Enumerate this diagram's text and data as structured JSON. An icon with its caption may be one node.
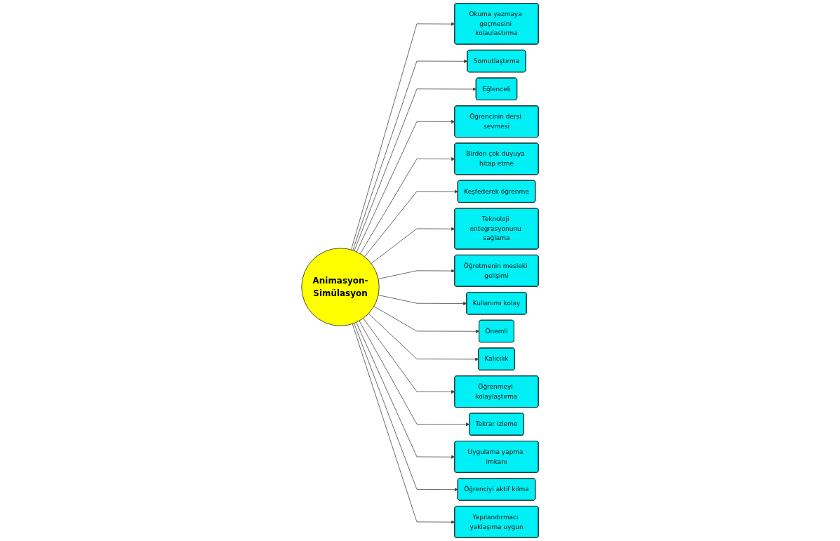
{
  "diagram": {
    "nodes": [
      {
        "text": [
          "Animasyon-Simülasyon"
        ]
      },
      {
        "text": [
          "Okuma yazmaya geçmesini kolaulastırma"
        ]
      },
      {
        "text": [
          "Somutlaştırma"
        ]
      },
      {
        "text": [
          "Eğlenceli"
        ]
      },
      {
        "text": [
          "Öğrencinin dersi sevmesi"
        ]
      },
      {
        "text": [
          "Birden çok duyuya hitap etme"
        ]
      },
      {
        "text": [
          "Keşfederek öğrenme"
        ]
      },
      {
        "text": [
          "Teknoloji entegrasyonunu sağlama"
        ]
      },
      {
        "text": [
          "Öğretmenin mesleki gelişimi"
        ]
      },
      {
        "text": [
          "Kullanımı kolay"
        ]
      },
      {
        "text": [
          "Önemli"
        ]
      },
      {
        "text": [
          "Kalıcılık"
        ]
      },
      {
        "text": [
          "Öğrenmeyi kolaylaştırma"
        ]
      },
      {
        "text": [
          "Tekrar izleme"
        ]
      },
      {
        "text": [
          "Uygulama yapma imkanı"
        ]
      },
      {
        "text": [
          "Öğrenciyi aktif kılma"
        ]
      },
      {
        "text": [
          "Yapılandırmacı yaklaşıma uygun"
        ]
      }
    ],
    "edges": [
      {
        "from": 0,
        "to": 1,
        "arrow": "to"
      },
      {
        "from": 0,
        "to": 2,
        "arrow": "to"
      },
      {
        "from": 0,
        "to": 3,
        "arrow": "to"
      },
      {
        "from": 0,
        "to": 4,
        "arrow": "to"
      },
      {
        "from": 0,
        "to": 5,
        "arrow": "to"
      },
      {
        "from": 0,
        "to": 6,
        "arrow": "to"
      },
      {
        "from": 0,
        "to": 7,
        "arrow": "to"
      },
      {
        "from": 0,
        "to": 8,
        "arrow": "to"
      },
      {
        "from": 0,
        "to": 9,
        "arrow": "to"
      },
      {
        "from": 0,
        "to": 10,
        "arrow": "to"
      },
      {
        "from": 0,
        "to": 11,
        "arrow": "to"
      },
      {
        "from": 0,
        "to": 12,
        "arrow": "to"
      },
      {
        "from": 0,
        "to": 13,
        "arrow": "to"
      },
      {
        "from": 0,
        "to": 14,
        "arrow": "to"
      },
      {
        "from": 0,
        "to": 15,
        "arrow": "to"
      },
      {
        "from": 0,
        "to": 16,
        "arrow": "to"
      }
    ]
  }
}
